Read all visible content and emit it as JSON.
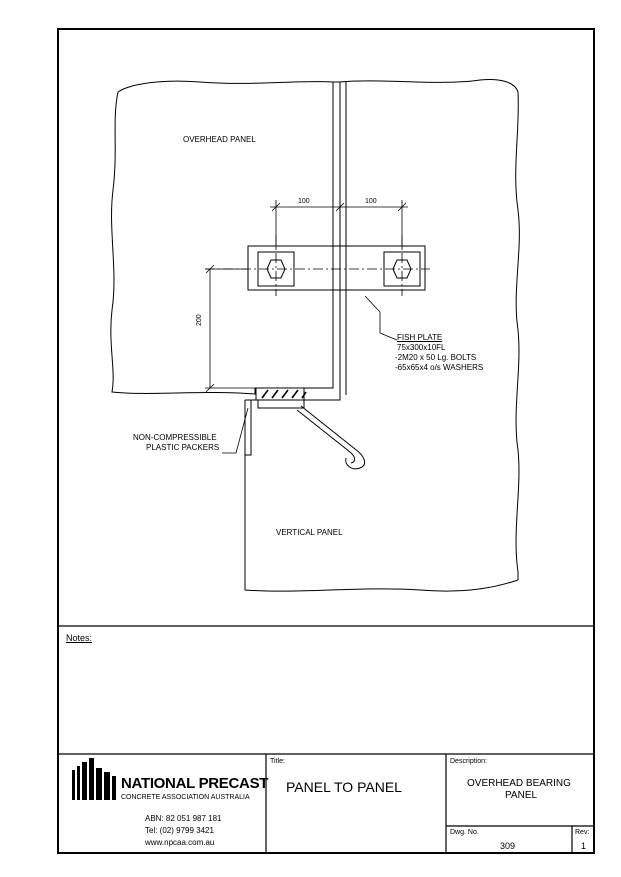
{
  "drawing": {
    "overhead_panel_label": "OVERHEAD PANEL",
    "vertical_panel_label": "VERTICAL PANEL",
    "dim_left": "100",
    "dim_right": "100",
    "dim_vertical": "200",
    "fish_plate": {
      "title": "FISH PLATE",
      "line1": "75x300x10FL",
      "line2": "-2M20 x 50 Lg. BOLTS",
      "line3": "-65x65x4 o/s WASHERS"
    },
    "packers": {
      "line1": "NON-COMPRESSIBLE",
      "line2": "PLASTIC PACKERS"
    }
  },
  "notes": {
    "label": "Notes:"
  },
  "title_block": {
    "company_name": "NATIONAL PRECAST",
    "company_sub": "CONCRETE ASSOCIATION AUSTRALIA",
    "abn": "ABN: 82 051 987 181",
    "tel": "Tel: (02) 9799 3421",
    "website": "www.npcaa.com.au",
    "title_label": "Title:",
    "title": "PANEL TO PANEL",
    "description_label": "Description:",
    "description_line1": "OVERHEAD BEARING",
    "description_line2": "PANEL",
    "dwg_label": "Dwg. No.",
    "dwg_no": "309",
    "rev_label": "Rev:",
    "rev": "1"
  }
}
